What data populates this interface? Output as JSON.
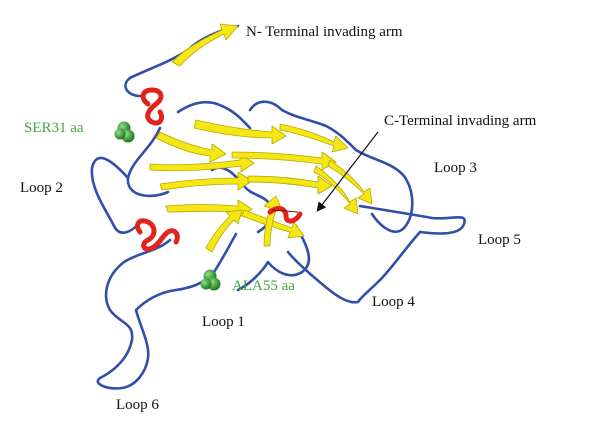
{
  "labels": {
    "n_terminal": "N- Terminal invading arm",
    "c_terminal": "C-Terminal invading arm",
    "ser31": "SER31 aa",
    "ala55": "ALA55 aa",
    "loop1": "Loop 1",
    "loop2": "Loop 2",
    "loop3": "Loop 3",
    "loop4": "Loop 4",
    "loop5": "Loop 5",
    "loop6": "Loop 6"
  },
  "colors": {
    "coil": "#2f4fa8",
    "strand": "#f5e616",
    "strand_edge": "#b9a800",
    "helix": "#e0241c",
    "residue_sphere": "#2e9e2a",
    "residue_label": "#3fa83a",
    "text": "#111111"
  }
}
